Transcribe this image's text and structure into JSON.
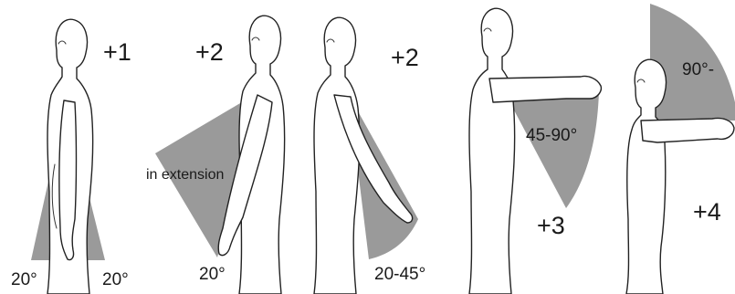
{
  "panels": [
    {
      "score": "+1",
      "angle_labels": [
        "20°",
        "20°"
      ]
    },
    {
      "score": "+2",
      "extension_label": "in extension",
      "angle_labels": [
        "20°"
      ]
    },
    {
      "score": "+2",
      "angle_labels": [
        "20-45°"
      ]
    },
    {
      "score": "+3",
      "angle_labels": [
        "45-90°"
      ]
    },
    {
      "score": "+4",
      "angle_labels": [
        "90°-"
      ]
    }
  ],
  "colors": {
    "wedge": "#9a9a9a",
    "line": "#222222",
    "text": "#1a1a1a"
  }
}
